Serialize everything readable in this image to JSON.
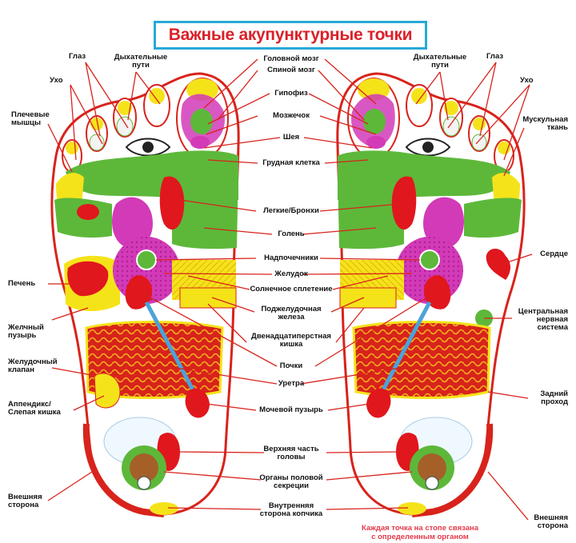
{
  "title": "Важные акупунктурные точки",
  "labels": {
    "eye": "Глаз",
    "airways": "Дыхательные\nпути",
    "ear": "Ухо",
    "shoulder": "Плечевые\nмышцы",
    "liver": "Печень",
    "gallbladder": "Желчный\nпузырь",
    "stomach_valve": "Желудочный\nклапан",
    "appendix": "Аппендикс/\nСлепая кишка",
    "outer_side_left": "Внешняя\nсторона",
    "brain": "Головной мозг",
    "spinal": "Спиной мозг",
    "pituitary": "Гипофиз",
    "cerebellum": "Мозжечок",
    "neck": "Шея",
    "chest": "Грудная клетка",
    "lungs": "Легкие/Бронхи",
    "shin": "Голень",
    "adrenals": "Надпочечники",
    "stomach": "Желудок",
    "solar": "Солнечное сплетение",
    "pancreas": "Поджелудочная\nжелеза",
    "duodenum": "Двенадцатиперстная\nкишка",
    "kidneys": "Почки",
    "ureter": "Уретра",
    "bladder": "Мочевой пузырь",
    "upper_head": "Верхняя часть\nголовы",
    "genitals": "Органы половой\nсекреции",
    "coccyx": "Внутренняя\nсторона копчика",
    "muscle": "Мускульная\nткань",
    "heart": "Сердце",
    "cns": "Центральная\nнервная\nсистема",
    "anus": "Задний\nпроход",
    "outer_side_right": "Внешняя\nсторона"
  },
  "note": "Каждая точка на стопе связана\nс определенным органом",
  "colors": {
    "title_border": "#27a9d6",
    "title_text": "#d9212a",
    "red": "#e0171d",
    "green": "#5db83a",
    "yellow": "#f5e31a",
    "magenta": "#d23ab7",
    "note": "#e23a4a"
  }
}
